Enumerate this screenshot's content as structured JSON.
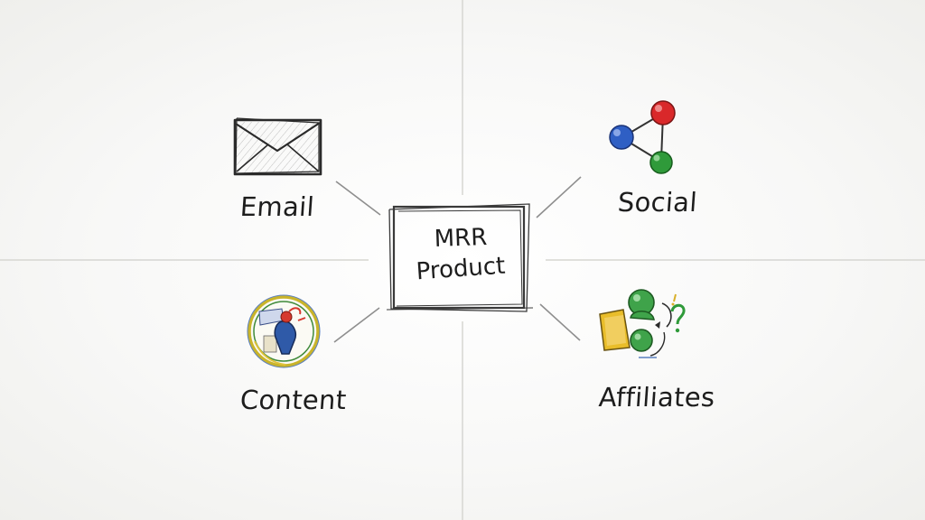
{
  "center": {
    "line1": "MRR",
    "line2": "Product"
  },
  "channels": {
    "email": "Email",
    "social": "Social",
    "content": "Content",
    "affiliates": "Affiliates"
  },
  "icons": {
    "email": "envelope-icon",
    "social": "share-network-icon",
    "content": "content-badge-icon",
    "affiliates": "affiliate-people-icon"
  },
  "colors": {
    "ink": "#2a2a2a",
    "social_red": "#d9282a",
    "social_blue": "#2f5fc4",
    "social_green": "#2f9a3a",
    "affiliate_green": "#3fa34a",
    "affiliate_yellow": "#e9bd2a",
    "content_blue": "#2f5aa8",
    "content_red": "#d63a2f"
  }
}
